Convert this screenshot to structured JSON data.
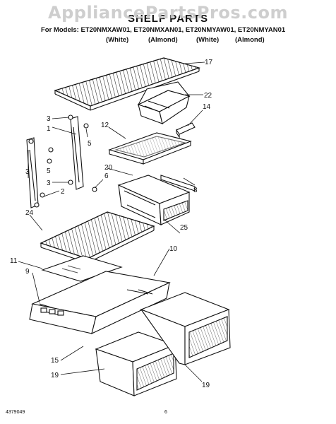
{
  "watermark": "AppliancePartsPros.com",
  "title": "SHELF PARTS",
  "models_line": "For Models: ET20NMXAW01, ET20NMXAN01, ET20NMYAW01, ET20NMYAN01",
  "colors": [
    "(White)",
    "(Almond)",
    "(White)",
    "(Almond)"
  ],
  "callouts": {
    "c17": "17",
    "c22": "22",
    "c14": "14",
    "c3a": "3",
    "c1": "1",
    "c5a": "5",
    "c12": "12",
    "c5b": "5",
    "c6": "6",
    "c20": "20",
    "c8": "8",
    "c3b": "3",
    "c3c": "3",
    "c2": "2",
    "c24": "24",
    "c25": "25",
    "c10": "10",
    "c11": "11",
    "c9": "9",
    "c15": "15",
    "c19a": "19",
    "c19b": "19"
  },
  "footer": {
    "doc_number": "4379049",
    "page": "6"
  }
}
